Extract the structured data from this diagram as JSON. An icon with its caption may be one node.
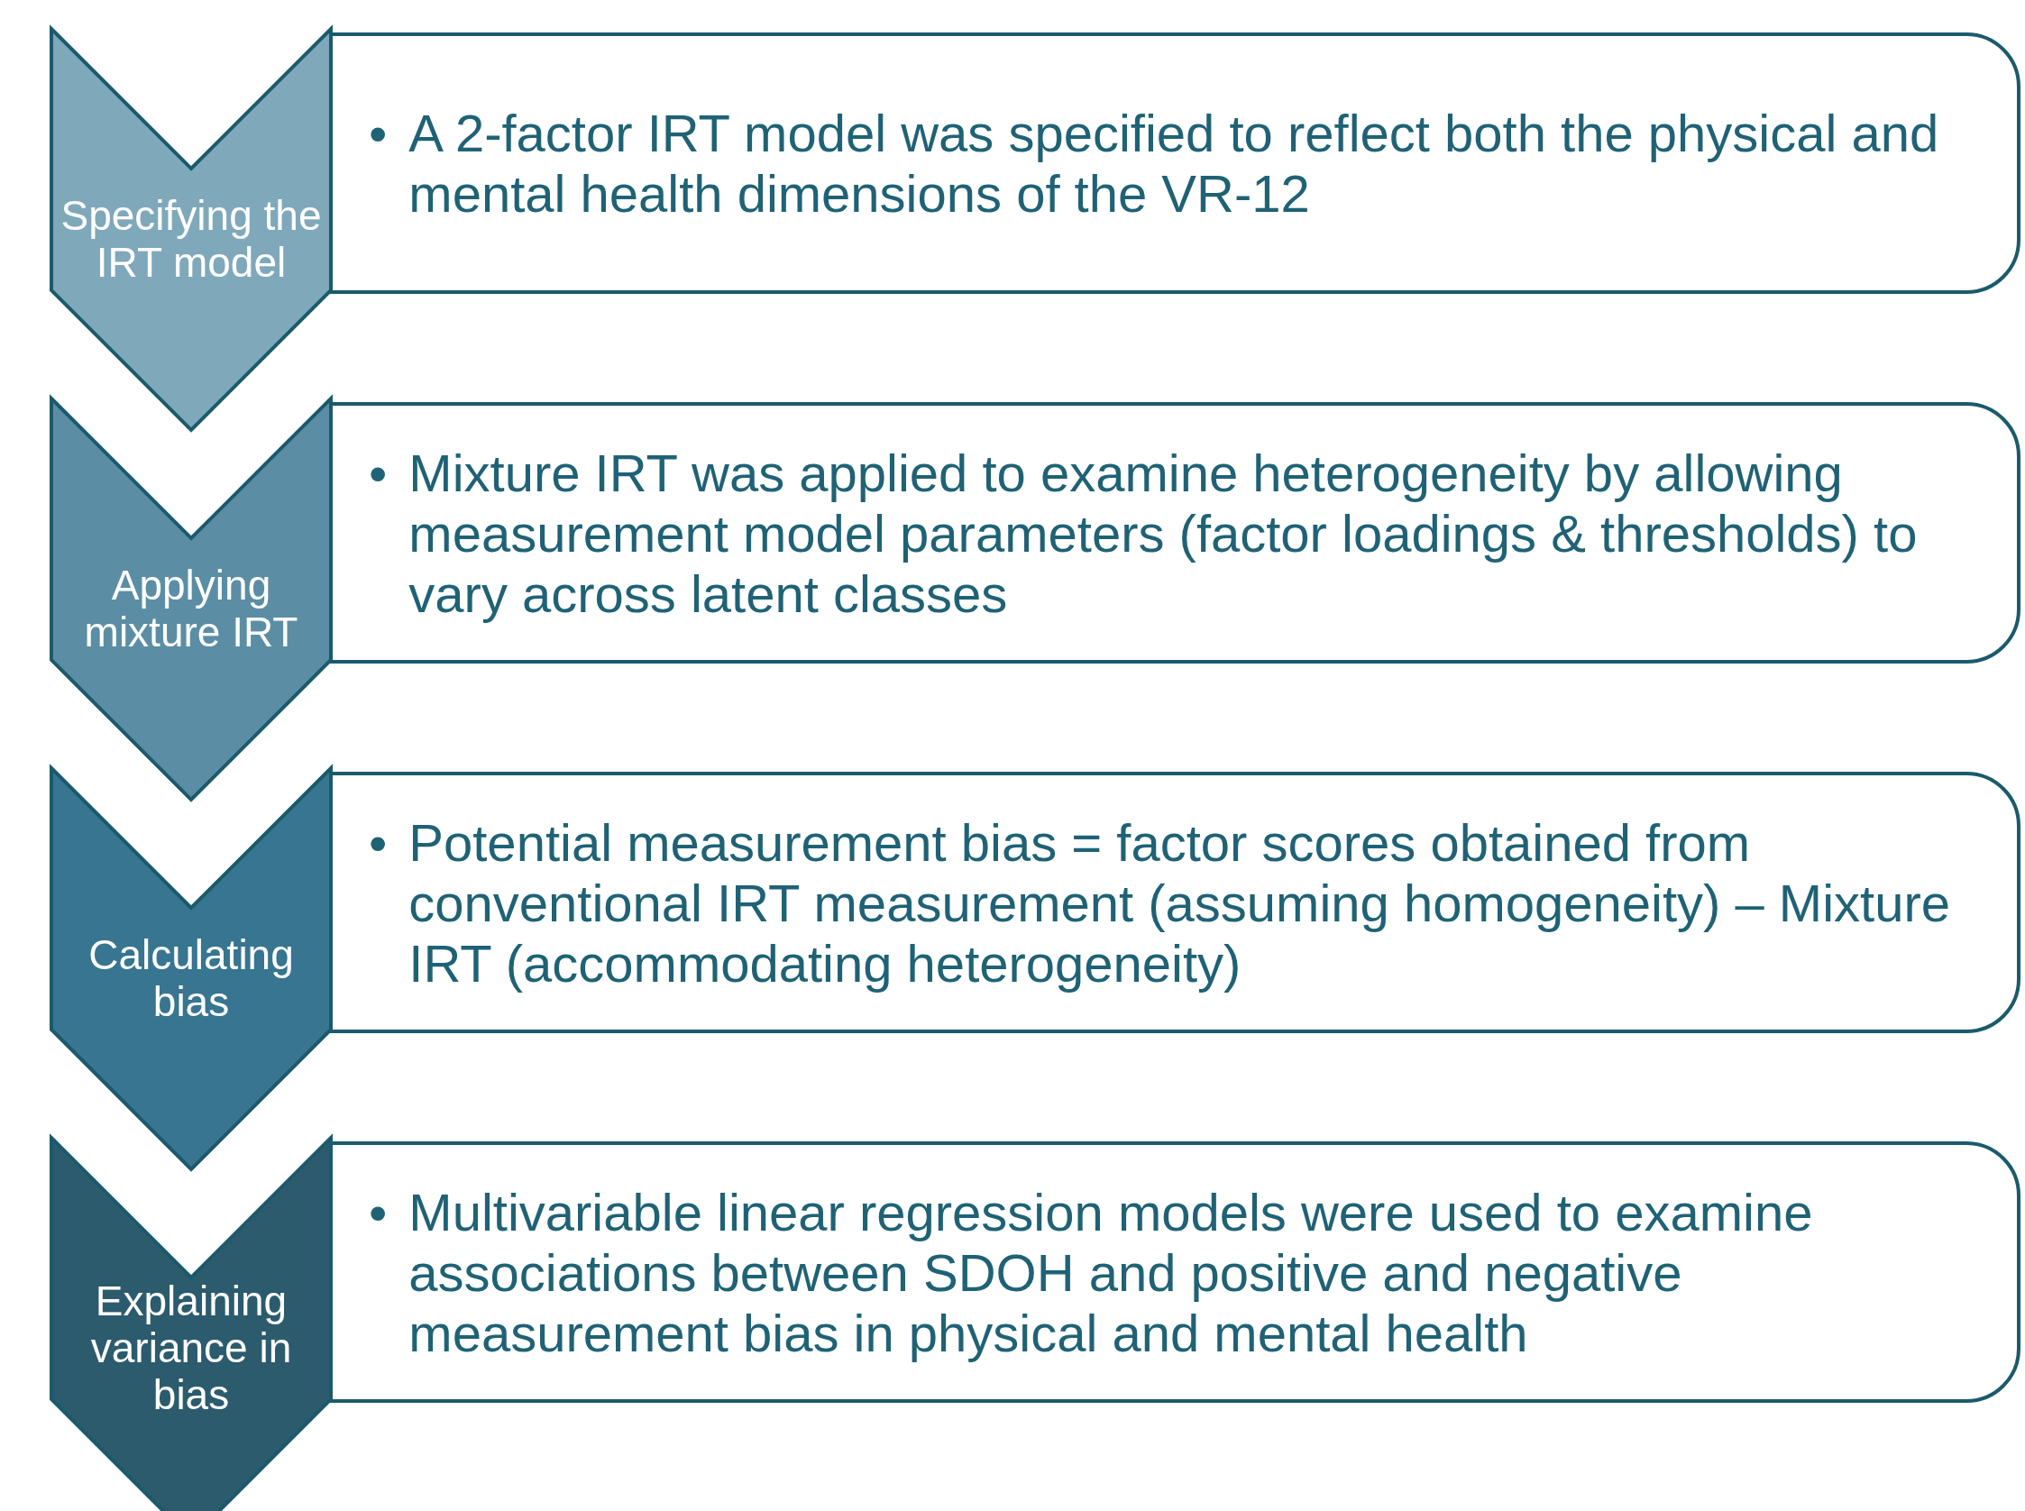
{
  "diagram": {
    "nodes": [
      {
        "text": [
          "Specifying the IRT model"
        ]
      },
      {
        "text": [
          "•",
          "A 2-factor IRT model was specified to reflect both the physical and mental health dimensions of the VR-12"
        ]
      },
      {
        "text": [
          "Applying mixture IRT"
        ]
      },
      {
        "text": [
          "•",
          "Mixture IRT was applied to examine heterogeneity by allowing measurement model parameters (factor loadings & thresholds) to vary across latent classes"
        ]
      },
      {
        "text": [
          "Calculating bias"
        ]
      },
      {
        "text": [
          "•",
          "Potential measurement bias = factor scores obtained from conventional IRT measurement (assuming homogeneity) – Mixture IRT (accommodating heterogeneity)"
        ]
      },
      {
        "text": [
          "Explaining variance in bias"
        ]
      },
      {
        "text": [
          "•",
          "Multivariable linear regression models were used to examine associations between SDOH and positive and negative measurement bias in physical and mental health"
        ]
      }
    ]
  }
}
